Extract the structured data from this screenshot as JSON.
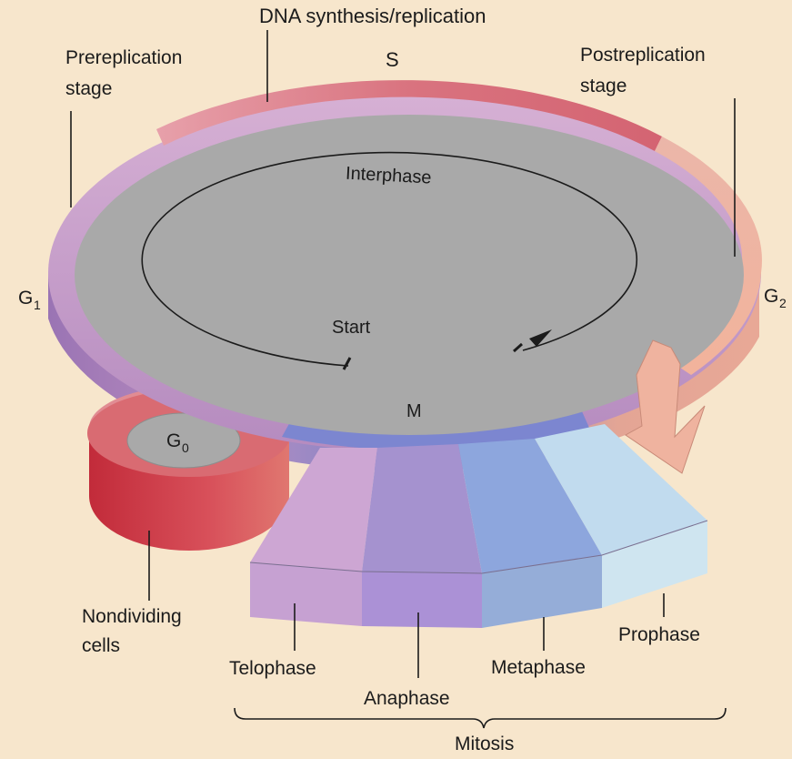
{
  "title": "DNA synthesis/replication",
  "phases": {
    "s": "S",
    "interphase": "Interphase",
    "start": "Start",
    "m": "M",
    "g1": {
      "base": "G",
      "sub": "1"
    },
    "g2": {
      "base": "G",
      "sub": "2"
    },
    "g0": {
      "base": "G",
      "sub": "0"
    }
  },
  "stages": {
    "prereplication": [
      "Prereplication",
      "stage"
    ],
    "postreplication": [
      "Postreplication",
      "stage"
    ]
  },
  "mitosis": {
    "label": "Mitosis",
    "phases": [
      "Telophase",
      "Anaphase",
      "Metaphase",
      "Prophase"
    ]
  },
  "nondividing": [
    "Nondividing",
    "cells"
  ],
  "colors": {
    "background": "#f7e6cc",
    "disc": "#a9a9a9",
    "g1": "#c79ac4",
    "s": "#d9737f",
    "g2": "#eeb0a0",
    "m": "#6e78c8",
    "g0": "#d1424a",
    "telophase": "#c9a0d0",
    "anaphase": "#ab96d4",
    "metaphase": "#98afe0",
    "prophase": "#c7e1ef"
  },
  "icons": [
    "start-marker-icon",
    "direction-arrow-icon",
    "reentry-arrow-icon"
  ]
}
